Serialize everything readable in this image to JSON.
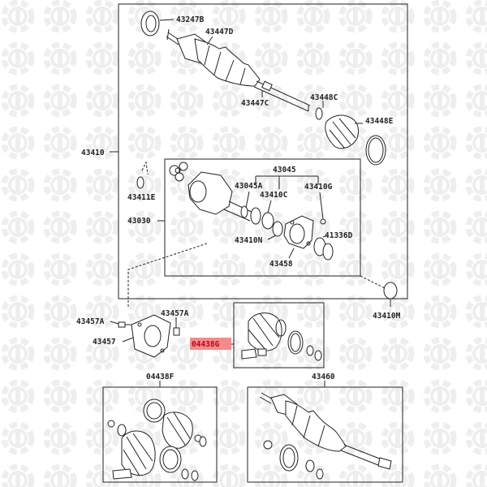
{
  "colors": {
    "line": "#222222",
    "highlight_fill": "#f28b8b",
    "highlight_text": "#c0001a",
    "watermark": "#eeeeee"
  },
  "labels": {
    "p43247B": "43247B",
    "p43447D": "43447D",
    "p43447C": "43447C",
    "p43448C": "43448C",
    "p43448E": "43448E",
    "p43410": "43410",
    "p43045": "43045",
    "p43045A": "43045A",
    "p43410C": "43410C",
    "p43410G": "43410G",
    "p43411E": "43411E",
    "p43030": "43030",
    "p41336D": "41336D",
    "p43410N": "43410N",
    "p43458": "43458",
    "p43410M": "43410M",
    "p43457A_left": "43457A",
    "p43457A_right": "43457A",
    "p43457": "43457",
    "p04438G": "04438G",
    "p04438F": "04438F",
    "p43460": "43460"
  }
}
